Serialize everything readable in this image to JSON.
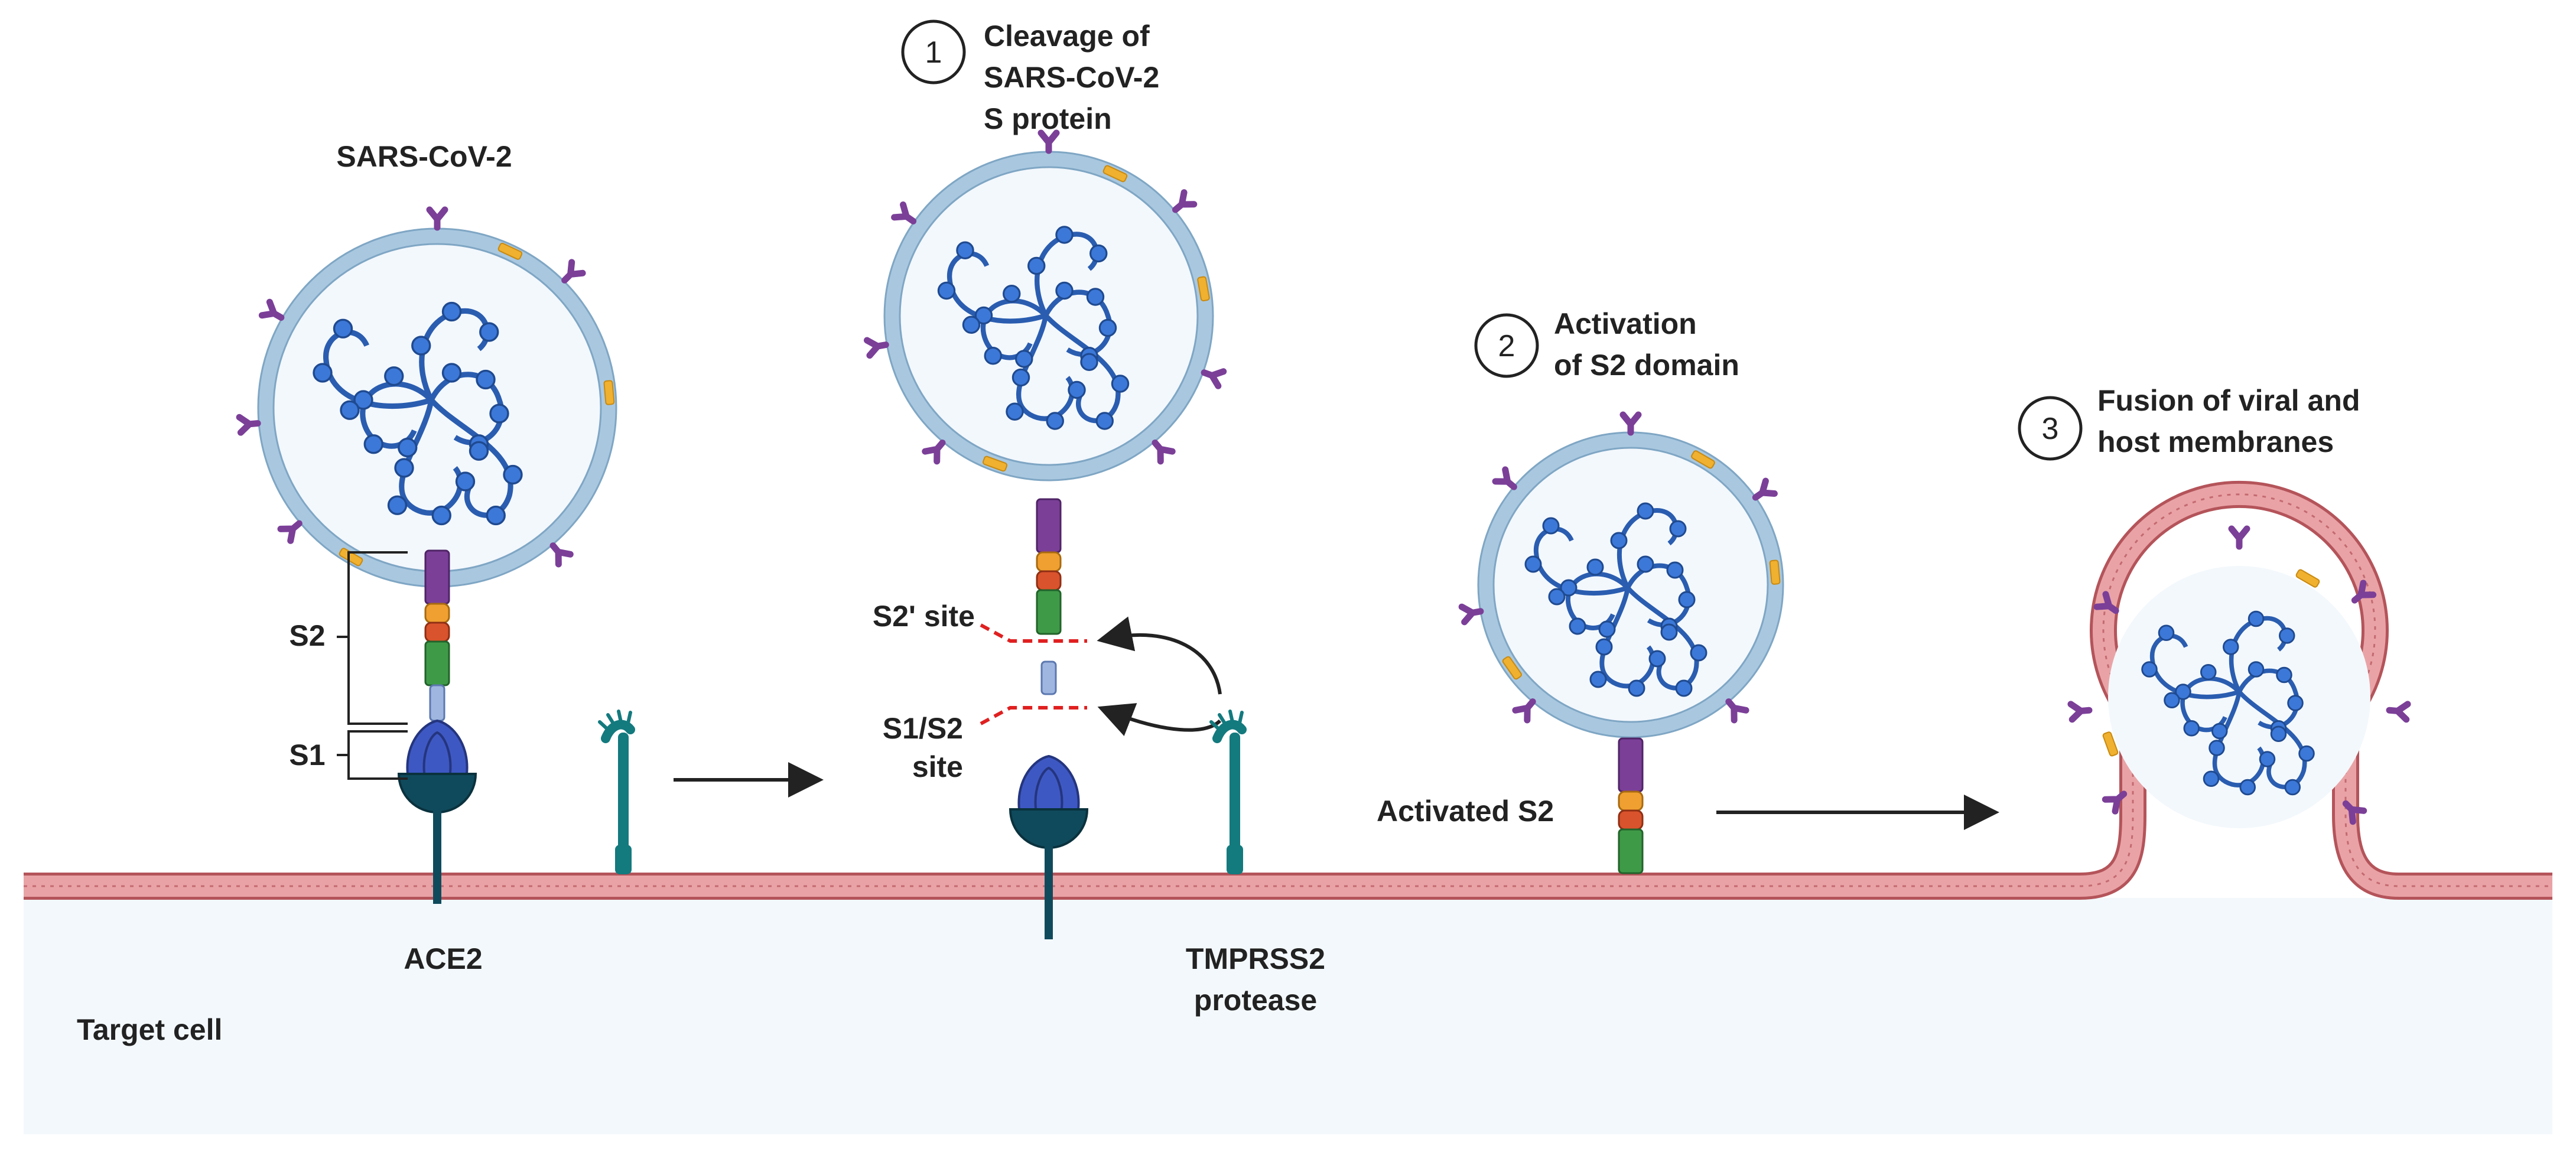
{
  "labels": {
    "sars_cov_2": "SARS-CoV-2",
    "s2": "S2",
    "s1": "S1",
    "ace2": "ACE2",
    "target_cell": "Target cell",
    "s2_prime_site": "S2' site",
    "s1s2_site_line1": "S1/S2",
    "s1s2_site_line2": "site",
    "tmprss2_line1": "TMPRSS2",
    "tmprss2_line2": "protease",
    "activated_s2": "Activated S2"
  },
  "steps": [
    {
      "number": "1",
      "lines": [
        "Cleavage of",
        "SARS-CoV-2",
        "S protein"
      ]
    },
    {
      "number": "2",
      "lines": [
        "Activation",
        "of S2 domain"
      ]
    },
    {
      "number": "3",
      "lines": [
        "Fusion of viral and",
        "host membranes"
      ]
    }
  ],
  "colors": {
    "membrane_fill": "#e9a3a6",
    "membrane_line": "#b4545a",
    "cell_interior": "#f3f8fc",
    "viral_envelope": "#a9c8e0",
    "viral_interior": "#f3f8fd",
    "rna": "#2a5db0",
    "rna_bead": "#3c78d8",
    "spike_purple": "#7b3f98",
    "spike_orange": "#f0a030",
    "spike_red": "#d9532c",
    "spike_green": "#3f9a48",
    "spike_blue_link": "#9fb7e0",
    "s1_blue": "#3e58c3",
    "ace2_dark": "#0f4a5c",
    "tmprss2_teal": "#137a7e",
    "cleavage_red": "#e02020",
    "envelope_marker_yellow": "#f0b030"
  }
}
